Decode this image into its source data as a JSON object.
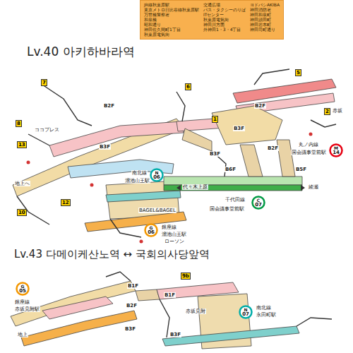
{
  "diagram": {
    "nodes": [
      {
        "text": [
          "JR線秋葉原駅",
          "東京メトロ日比谷線秋葉原駅",
          "万世橋警察署",
          "和泉橋",
          "昭和通り",
          "神田佐久間町1丁目",
          "秋葉原電気街",
          "交通広場",
          "バス・タクシーのりば",
          "ITセンター",
          "秋葉原電気街",
          "神田川方面",
          "外神田1・3・4丁目",
          "ヨドバシAKIBA",
          "神田消防署",
          "神田和泉町",
          "神田須田町",
          "神田岩本町",
          "神田司町通り"
        ]
      },
      {
        "text": [
          "M",
          "14"
        ]
      },
      {
        "text": [
          "N",
          "06"
        ]
      },
      {
        "text": [
          "C",
          "07"
        ]
      },
      {
        "text": [
          "G",
          "06"
        ]
      },
      {
        "text": [
          "G",
          "05"
        ]
      },
      {
        "text": [
          "N",
          "07"
        ]
      }
    ],
    "labels": [
      "Lv.40 아키하바라역",
      "Lv.43 다메이케산노역 ↔ 국회의사당앞역",
      "B2F",
      "B3F",
      "B2F",
      "B2F",
      "B3F",
      "B6F",
      "B5F",
      "B3F",
      "丸ノ内線",
      "国会議事堂前駅",
      "南北線",
      "溜池山王駅",
      "銀座線",
      "溜池山王駅",
      "千代田線",
      "国会議事堂前駅",
      "代々木上原",
      "綾瀬",
      "赤坂",
      "ローソン",
      "BAGEL&BAGEL",
      "ココプレス",
      "地上へ",
      "銀座線",
      "赤坂見附駅",
      "B1F",
      "B2F",
      "B3F",
      "B1F",
      "B3F",
      "南北線",
      "永田町駅",
      "地上",
      "赤坂見附",
      "9b",
      "1",
      "2",
      "5",
      "6",
      "7",
      "8",
      "10",
      "12",
      "13"
    ]
  }
}
